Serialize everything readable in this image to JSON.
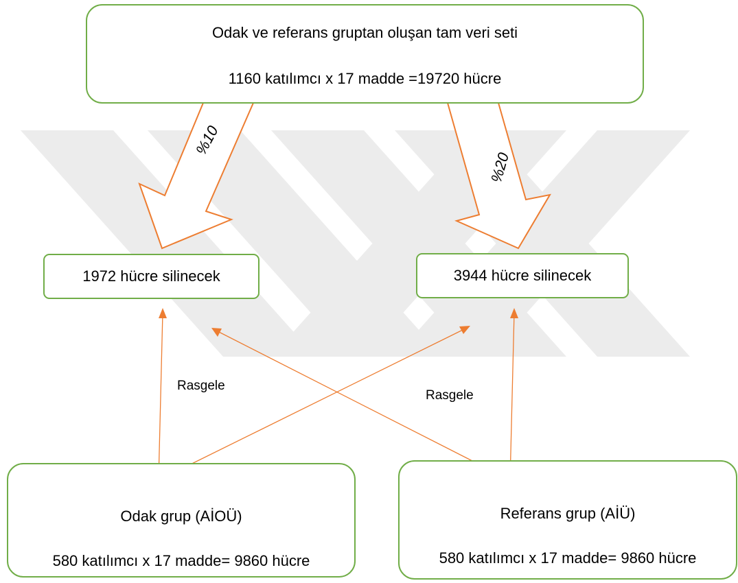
{
  "top_box": {
    "line1": "Odak ve referans gruptan oluşan tam veri seti",
    "line2": "1160 katılımcı x 17 madde =19720 hücre"
  },
  "left_arrow_label": "%10",
  "right_arrow_label": "%20",
  "left_mid_box": "1972 hücre silinecek",
  "right_mid_box": "3944 hücre silinecek",
  "random_label_left": "Rasgele",
  "random_label_right": "Rasgele",
  "bottom_left_box": {
    "line1": "Odak grup (AİOÜ)",
    "line2": "580 katılımcı x 17 madde= 9860 hücre"
  },
  "bottom_right_box": {
    "line1": "Referans grup (AİÜ)",
    "line2": "580 katılımcı x 17 madde= 9860 hücre"
  },
  "colors": {
    "box_border": "#70ad47",
    "arrow": "#ed7d31",
    "watermark": "#e6e6e6"
  }
}
